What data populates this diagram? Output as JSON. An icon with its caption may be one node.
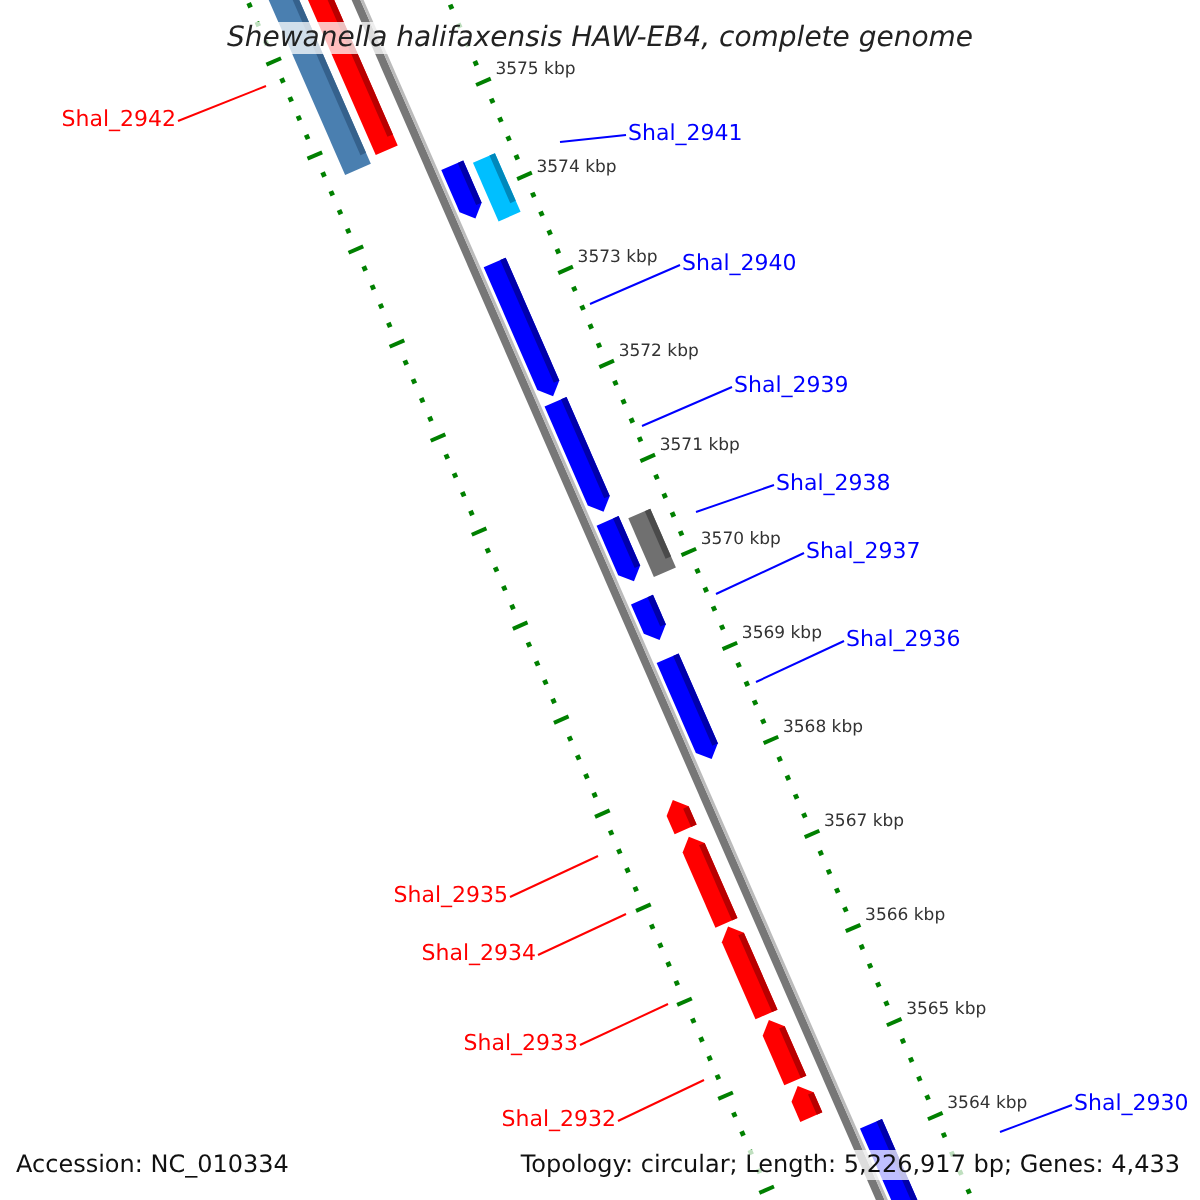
{
  "diagram": {
    "title": "Shewanella halifaxensis HAW-EB4, complete genome",
    "nodes": [
      {
        "text": [
          "Shal_2942"
        ]
      },
      {
        "text": [
          "Shal_2941"
        ]
      },
      {
        "text": [
          "Shal_2940"
        ]
      },
      {
        "text": [
          "Shal_2939"
        ]
      },
      {
        "text": [
          "Shal_2938"
        ]
      },
      {
        "text": [
          "Shal_2937"
        ]
      },
      {
        "text": [
          "Shal_2936"
        ]
      },
      {
        "text": [
          "Shal_2935"
        ]
      },
      {
        "text": [
          "Shal_2934"
        ]
      },
      {
        "text": [
          "Shal_2933"
        ]
      },
      {
        "text": [
          "Shal_2932"
        ]
      },
      {
        "text": [
          "Shal_2930"
        ]
      }
    ],
    "edges": [
      {
        "from": 0,
        "to": null,
        "arrow": "none",
        "color": "#ff0000"
      },
      {
        "from": 1,
        "to": null,
        "arrow": "none"
      },
      {
        "from": 2,
        "to": null,
        "arrow": "none"
      },
      {
        "from": 3,
        "to": null,
        "arrow": "none"
      },
      {
        "from": 4,
        "to": null,
        "arrow": "none"
      },
      {
        "from": 5,
        "to": null,
        "arrow": "none"
      },
      {
        "from": 6,
        "to": null,
        "arrow": "none"
      },
      {
        "from": 7,
        "to": null,
        "arrow": "none",
        "color": "#ff0000"
      },
      {
        "from": 8,
        "to": null,
        "arrow": "none",
        "color": "#ff0000"
      },
      {
        "from": 9,
        "to": null,
        "arrow": "none",
        "color": "#ff0000"
      },
      {
        "from": 10,
        "to": null,
        "arrow": "none",
        "color": "#ff0000"
      },
      {
        "from": 11,
        "to": null,
        "arrow": "none"
      }
    ],
    "labels": [
      "3575 kbp",
      "3574 kbp",
      "3573 kbp",
      "3572 kbp",
      "3571 kbp",
      "3570 kbp",
      "3569 kbp",
      "3568 kbp",
      "3567 kbp",
      "3566 kbp",
      "3565 kbp",
      "3564 kbp",
      "Accession: NC_010334",
      "Topology: circular; Length: 5,226,917 bp; Genes: 4,433"
    ]
  }
}
